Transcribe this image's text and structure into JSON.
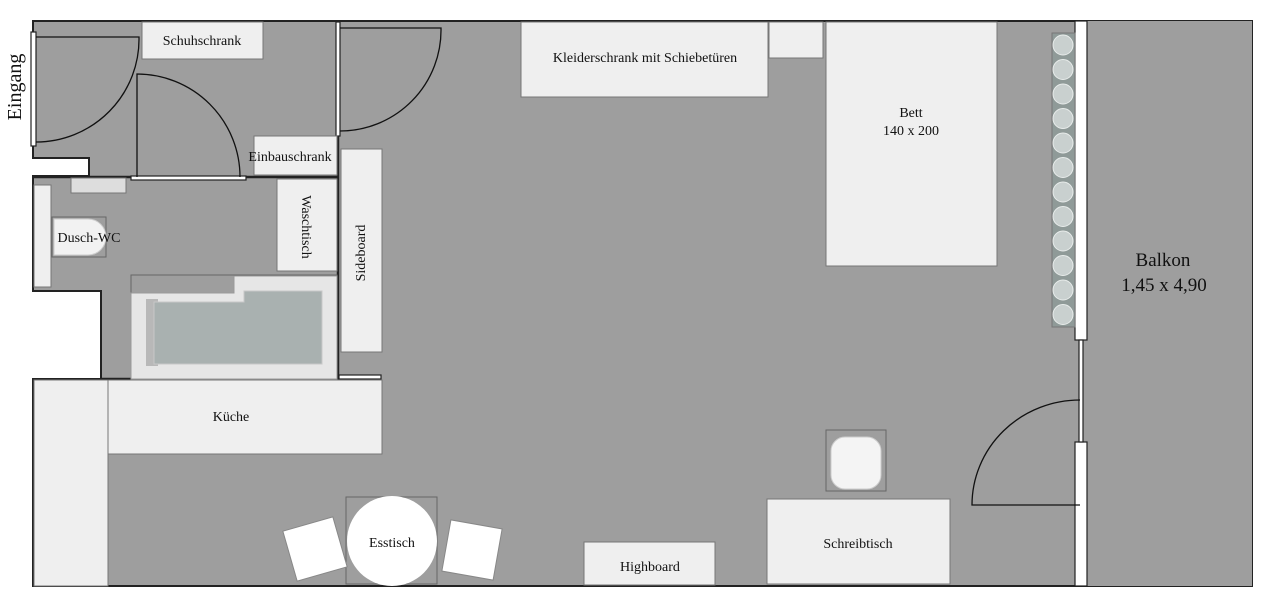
{
  "labels": {
    "entrance": "Eingang",
    "shoe_cabinet": "Schuhschrank",
    "built_in_cabinet": "Einbauschrank",
    "wardrobe": "Kleiderschrank mit Schiebetüren",
    "bed_title": "Bett",
    "bed_size": "140 x 200",
    "washbasin": "Waschtisch",
    "sideboard": "Sideboard",
    "shower_wc": "Dusch-WC",
    "kitchen": "Küche",
    "dining_table": "Esstisch",
    "highboard": "Highboard",
    "desk": "Schreibtisch",
    "balcony_title": "Balkon",
    "balcony_size": "1,45 x 4,90"
  },
  "colors": {
    "floor": "#9e9e9e",
    "furniture": "#efefef",
    "walls": "#222222"
  }
}
